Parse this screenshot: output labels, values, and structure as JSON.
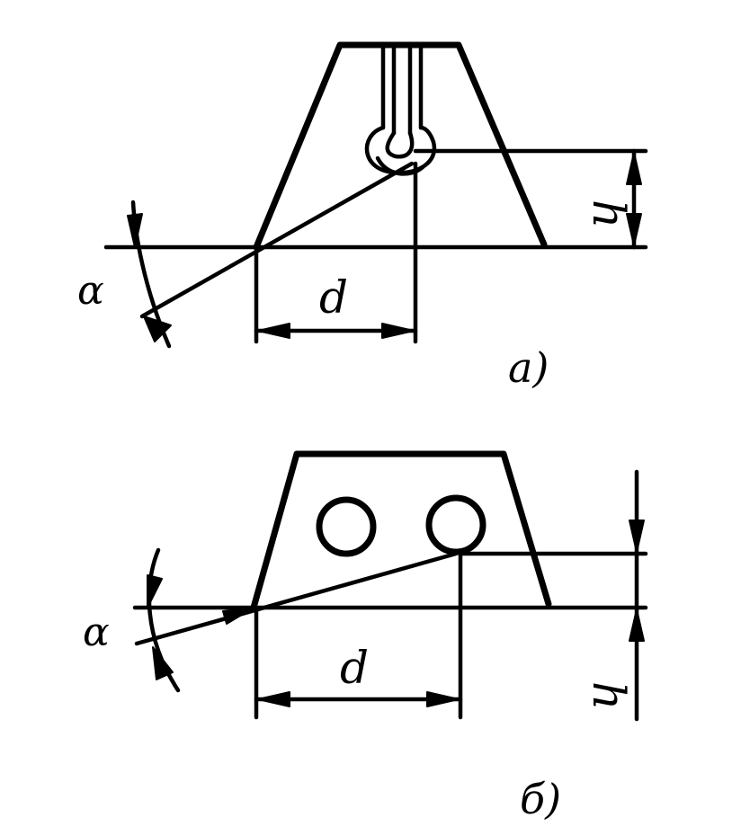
{
  "figure_a": {
    "alpha_label": "α",
    "d_label": "d",
    "h_label": "h",
    "caption": "а)"
  },
  "figure_b": {
    "alpha_label": "α",
    "d_label": "d",
    "h_label": "h",
    "caption": "б)"
  }
}
